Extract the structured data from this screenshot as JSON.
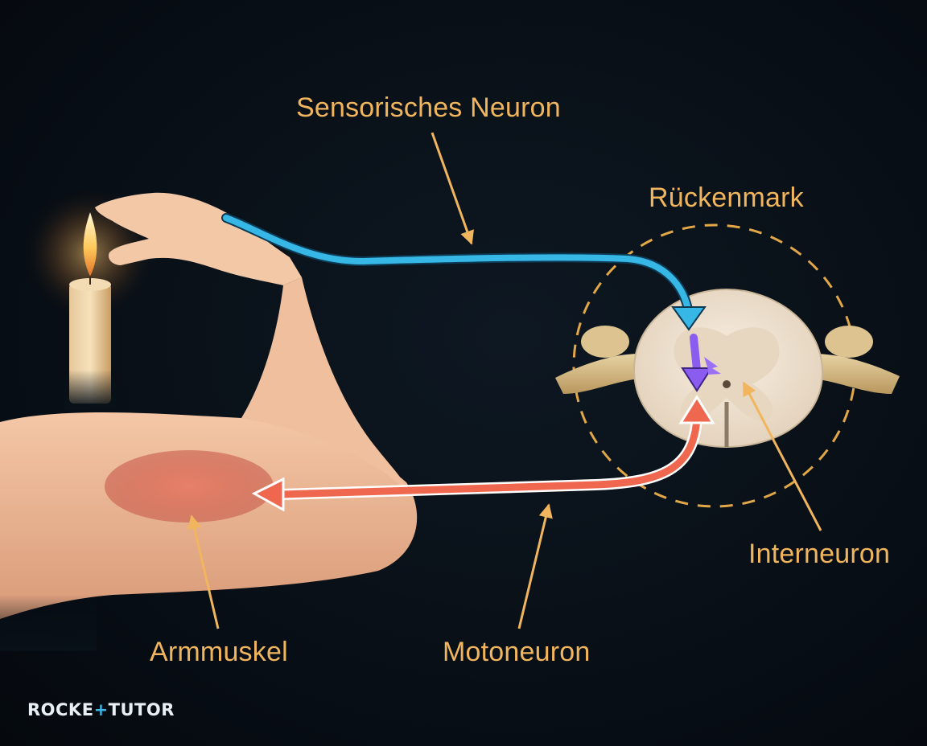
{
  "labels": {
    "sensory_neuron": "Sensorisches Neuron",
    "spinal_cord": "Rückenmark",
    "interneuron": "Interneuron",
    "arm_muscle": "Armmuskel",
    "motor_neuron": "Motoneuron"
  },
  "logo": {
    "part1": "ROCKE",
    "plus": "+",
    "part2": "TUTOR"
  },
  "colors": {
    "background": "#081018",
    "label_text": "#f1b65d",
    "pointer_arrow": "#f1b65d",
    "sensory_path": "#37b7e6",
    "motor_path": "#f0674f",
    "interneuron_path": "#8a5cf0",
    "spinal_circle": "#e2a847",
    "logo_accent": "#37b7e6"
  }
}
